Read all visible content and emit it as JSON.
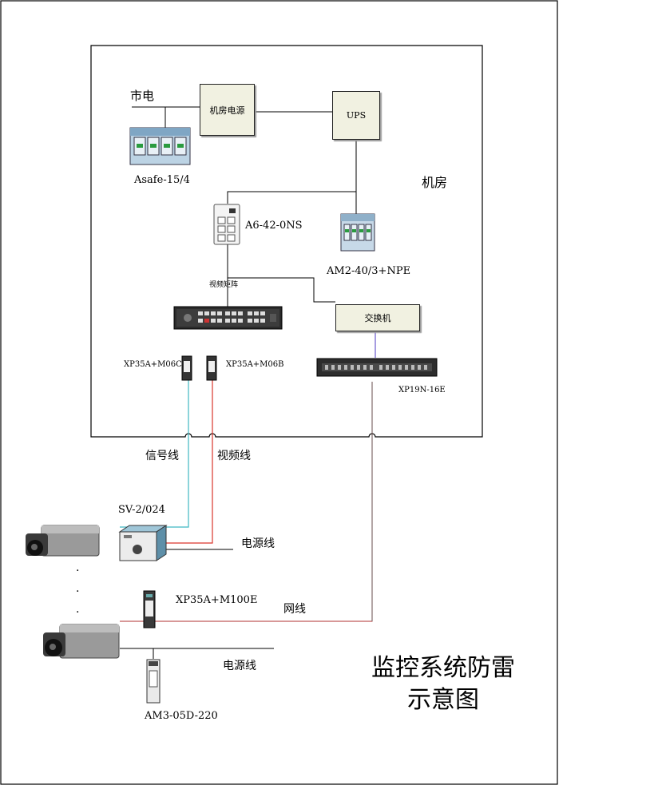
{
  "diagram": {
    "room_label": "机房",
    "city_power": "市电",
    "room_power": "机房电源",
    "ups": "UPS",
    "spd_main": "Asafe-15/4",
    "spd_ups": "AM2-40/3+NPE",
    "spd_matrix_power": "A6-42-0NS",
    "video_matrix": "视频矩阵",
    "switch": "交换机",
    "signal_spd": "XP35A+M06C",
    "video_spd": "XP35A+M06B",
    "switch_spd": "XP19N-16E",
    "signal_line": "信号线",
    "video_line": "视频线",
    "camera_spd": "SV-2/024",
    "power_line_1": "电源线",
    "network_spd": "XP35A+M100E",
    "network_line": "网线",
    "power_line_2": "电源线",
    "power_spd": "AM3-05D-220",
    "title_line1": "监控系统防雷",
    "title_line2": "示意图",
    "dot": "·"
  },
  "colors": {
    "signal_line": "#3fb7c2",
    "video_line": "#d9352c",
    "network_line": "#b03030",
    "switch_link": "#6a5acd",
    "box_fill": "#f1f1e1"
  }
}
